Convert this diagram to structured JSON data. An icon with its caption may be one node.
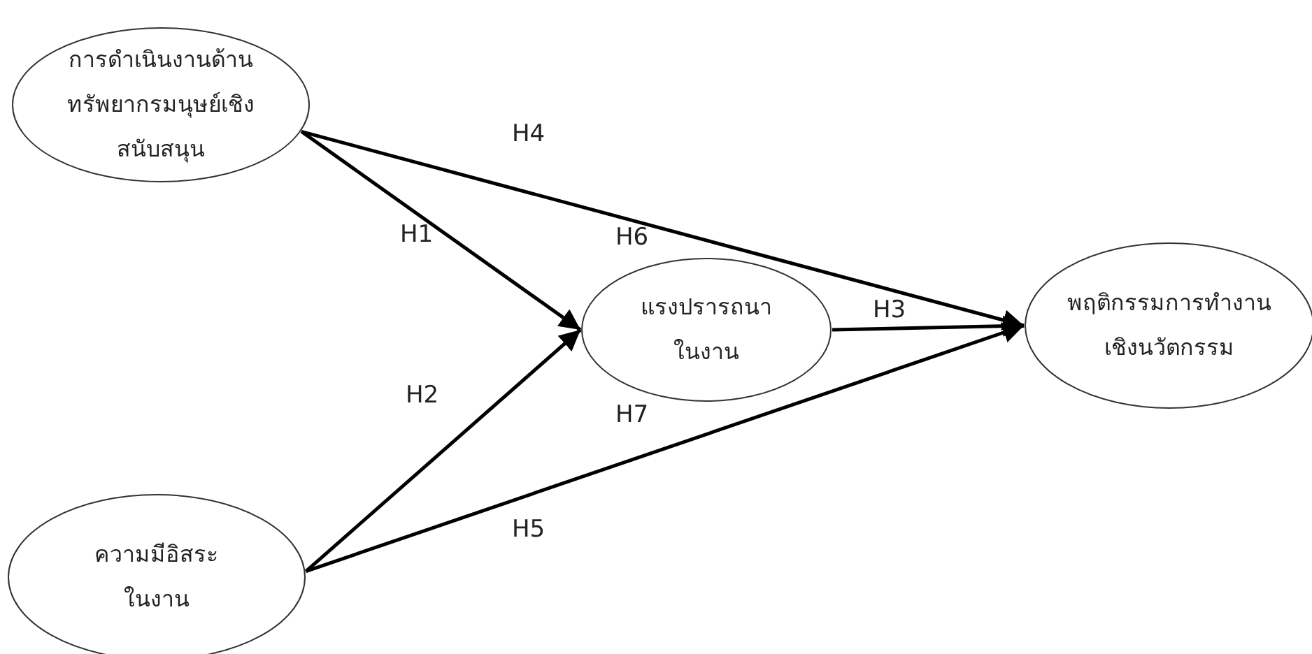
{
  "diagram": {
    "nodes": [
      {
        "text": [
          "การดำเนินงานด้านทรัพยากรมนุษย์เชิงสนับสนุน"
        ]
      },
      {
        "text": [
          "แรงปรารถนาในงาน"
        ]
      },
      {
        "text": [
          "พฤติกรรมการทำงานเชิงนวัตกรรม"
        ]
      },
      {
        "text": [
          "ความมีอิสระในงาน"
        ]
      }
    ],
    "edges": [
      {
        "from": 0,
        "to": 1,
        "arrow": "to",
        "label": "H1"
      },
      {
        "from": 3,
        "to": 1,
        "arrow": "to",
        "label": "H2"
      },
      {
        "from": 1,
        "to": 2,
        "arrow": "to",
        "label": "H3"
      },
      {
        "from": 0,
        "to": 2,
        "arrow": "to",
        "label": "H4"
      },
      {
        "from": 3,
        "to": 2,
        "arrow": "to",
        "label": "H5"
      }
    ],
    "labels": [
      "H6",
      "H7"
    ]
  }
}
